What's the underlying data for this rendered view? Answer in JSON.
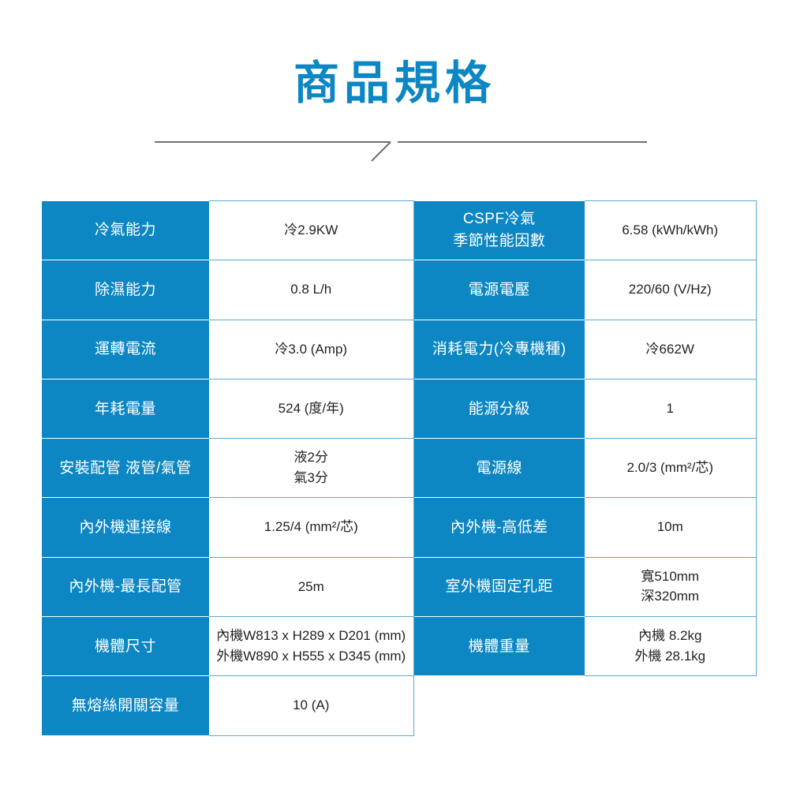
{
  "header": {
    "title": "商品規格",
    "title_color": "#0c87c3",
    "divider": "divider-line"
  },
  "theme": {
    "label_bg": "#0c87c3",
    "label_text": "#ffffff",
    "value_bg": "#ffffff",
    "value_text": "#231f20",
    "cell_border": "#5aa9d4"
  },
  "spec_table": {
    "rows": [
      {
        "label_left": "冷氣能力",
        "value_left": [
          "冷2.9KW"
        ],
        "label_right": [
          "CSPF冷氣",
          "季節性能因數"
        ],
        "value_right": [
          "6.58 (kWh/kWh)"
        ]
      },
      {
        "label_left": "除濕能力",
        "value_left": [
          "0.8 L/h"
        ],
        "label_right": [
          "電源電壓"
        ],
        "value_right": [
          "220/60 (V/Hz)"
        ]
      },
      {
        "label_left": "運轉電流",
        "value_left": [
          "冷3.0 (Amp)"
        ],
        "label_right": [
          "消耗電力(冷專機種)"
        ],
        "value_right": [
          "冷662W"
        ]
      },
      {
        "label_left": "年耗電量",
        "value_left": [
          "524 (度/年)"
        ],
        "label_right": [
          "能源分級"
        ],
        "value_right": [
          "1"
        ]
      },
      {
        "label_left": "安裝配管 液管/氣管",
        "value_left": [
          "液2分",
          "氣3分"
        ],
        "label_right": [
          "電源線"
        ],
        "value_right": [
          "2.0/3 (mm²/芯)"
        ]
      },
      {
        "label_left": "內外機連接線",
        "value_left": [
          "1.25/4 (mm²/芯)"
        ],
        "label_right": [
          "內外機-高低差"
        ],
        "value_right": [
          "10m"
        ]
      },
      {
        "label_left": "內外機-最長配管",
        "value_left": [
          "25m"
        ],
        "label_right": [
          "室外機固定孔距"
        ],
        "value_right": [
          "寬510mm",
          "深320mm"
        ]
      },
      {
        "label_left": "機體尺寸",
        "value_left": [
          "內機W813 x H289 x D201 (mm)",
          "外機W890 x H555 x D345 (mm)"
        ],
        "label_right": [
          "機體重量"
        ],
        "value_right": [
          "內機 8.2kg",
          "外機 28.1kg"
        ]
      },
      {
        "label_left": "無熔絲開關容量",
        "value_left": [
          "10 (A)"
        ],
        "label_right": [],
        "value_right": []
      }
    ]
  }
}
